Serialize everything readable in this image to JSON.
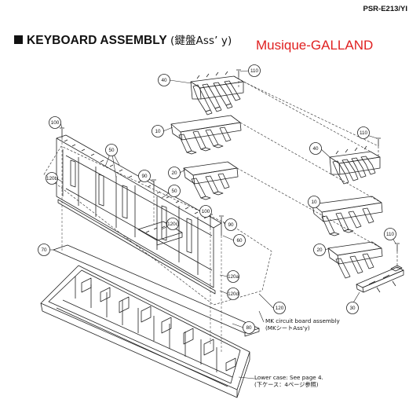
{
  "header": {
    "model": "PSR-E213/YI"
  },
  "title": {
    "text": "KEYBOARD ASSEMBLY",
    "japanese": "(鍵盤Ass’ y)"
  },
  "watermark": {
    "text": "Musique-GALLAND",
    "color": "#e02020"
  },
  "callouts": [
    {
      "id": "c110a",
      "label": "110"
    },
    {
      "id": "c40a",
      "label": "40"
    },
    {
      "id": "c10a",
      "label": "10"
    },
    {
      "id": "c110b",
      "label": "110"
    },
    {
      "id": "c40b",
      "label": "40"
    },
    {
      "id": "c20a",
      "label": "20"
    },
    {
      "id": "c10b",
      "label": "10"
    },
    {
      "id": "c100a",
      "label": "100"
    },
    {
      "id": "c50a",
      "label": "50"
    },
    {
      "id": "c120b",
      "label": "120b"
    },
    {
      "id": "c90a",
      "label": "90"
    },
    {
      "id": "c50b",
      "label": "50"
    },
    {
      "id": "c100b",
      "label": "100"
    },
    {
      "id": "c120c",
      "label": "120c"
    },
    {
      "id": "c90b",
      "label": "90"
    },
    {
      "id": "c60",
      "label": "60"
    },
    {
      "id": "c20b",
      "label": "20"
    },
    {
      "id": "c110c",
      "label": "110"
    },
    {
      "id": "c70",
      "label": "70"
    },
    {
      "id": "c120a",
      "label": "120a"
    },
    {
      "id": "c120d",
      "label": "120d"
    },
    {
      "id": "c120",
      "label": "120"
    },
    {
      "id": "c30",
      "label": "30"
    },
    {
      "id": "c80",
      "label": "80"
    }
  ],
  "notes": {
    "mk_board": {
      "line1": "MK circuit board assembly",
      "line2": "(MKシートAss'y)"
    },
    "lower_case": {
      "line1": "Lower case: See page 4.",
      "line2": "(下ケース：4ページ参照)"
    }
  }
}
